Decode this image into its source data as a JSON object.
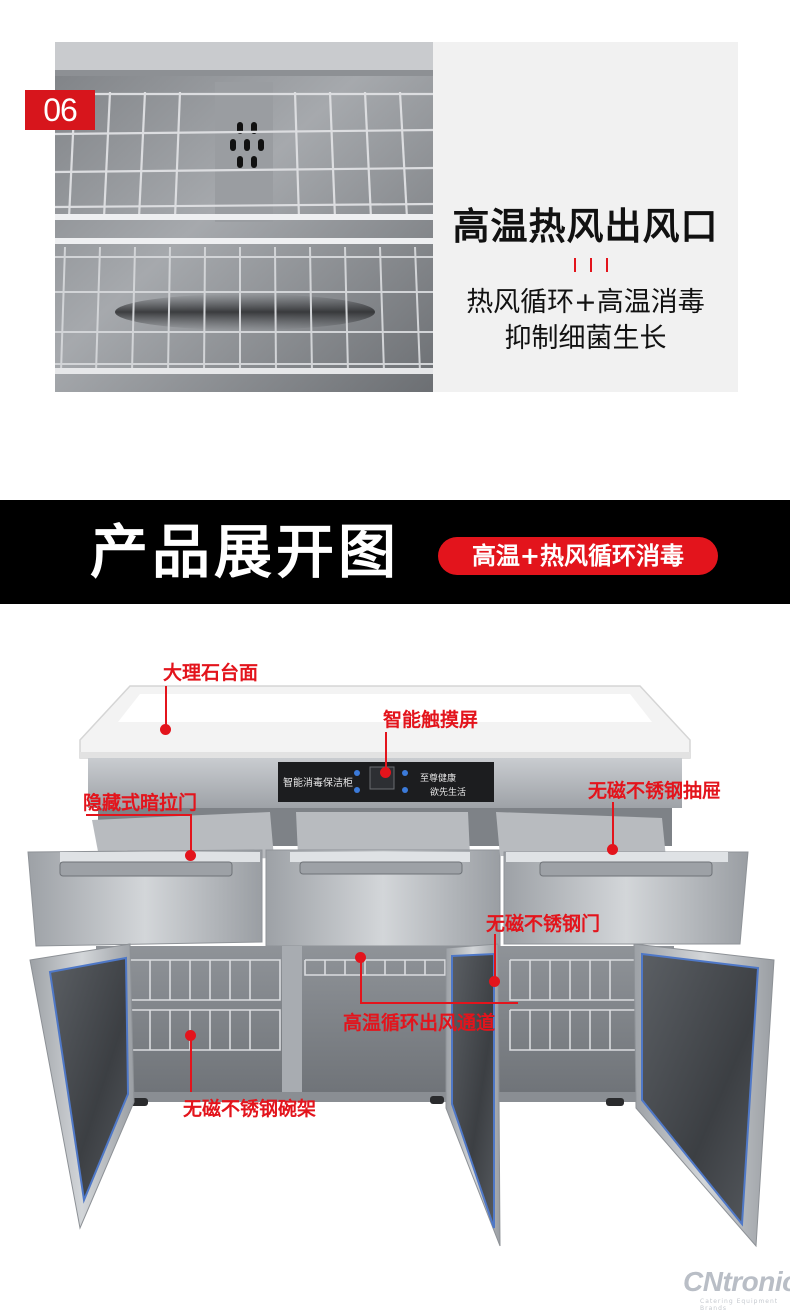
{
  "section_feature": {
    "step_number": "06",
    "title": "高温热风出风口",
    "desc_line1": "热风循环+高温消毒",
    "desc_line2": "抑制细菌生长"
  },
  "banner": {
    "title": "产品展开图",
    "tag": "高温+热风循环消毒"
  },
  "control_panel": {
    "left_text": "智能消毒保洁柜",
    "right_text_line1": "至尊健康",
    "right_text_line2": "欲先生活"
  },
  "callouts": {
    "marble_top": "大理石台面",
    "touch_screen": "智能触摸屏",
    "hidden_handle": "隐藏式暗拉门",
    "steel_drawer": "无磁不锈钢抽屉",
    "steel_door": "无磁不锈钢门",
    "air_channel": "高温循环出风通道",
    "bowl_rack": "无磁不锈钢碗架"
  },
  "watermark": {
    "brand": "CNtronic",
    "sub": "Catering Equipment Brands"
  },
  "colors": {
    "accent_red": "#e3141c",
    "badge_red": "#d7151c",
    "banner_black": "#000000",
    "steel": "#b9bcc0"
  }
}
